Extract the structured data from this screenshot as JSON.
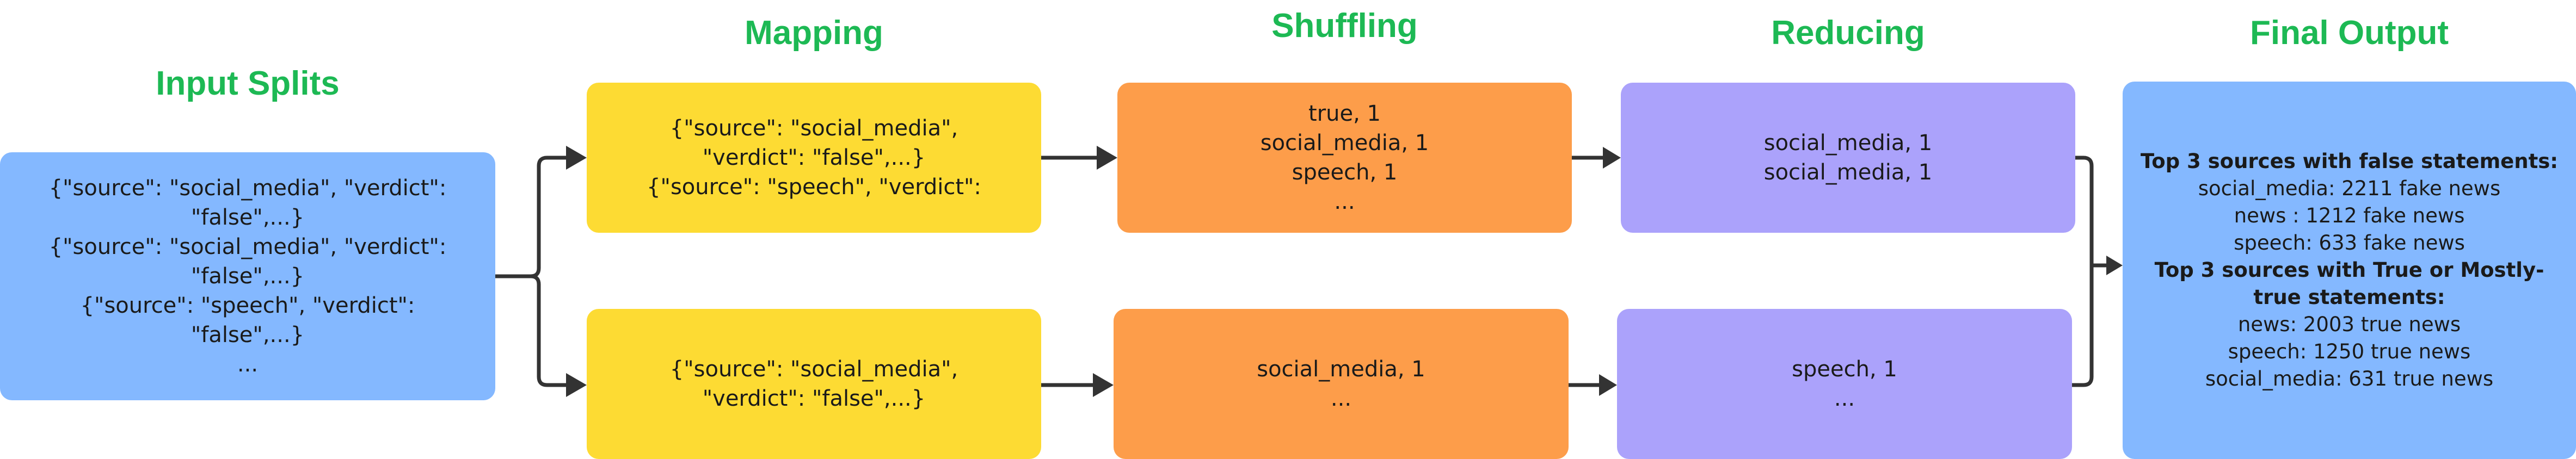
{
  "titles": {
    "input": "Input Splits",
    "mapping": "Mapping",
    "shuffling": "Shuffling",
    "reducing": "Reducing",
    "final": "Final Output"
  },
  "input_box": {
    "lines": [
      "{\"source\": \"social_media\", \"verdict\":",
      "\"false\",...}",
      "{\"source\": \"social_media\", \"verdict\":",
      "\"false\",...}",
      "{\"source\": \"speech\", \"verdict\":",
      "\"false\",...}",
      "..."
    ]
  },
  "mapping": {
    "top": [
      "{\"source\": \"social_media\",",
      "\"verdict\": \"false\",...}",
      "{\"source\": \"speech\", \"verdict\":"
    ],
    "bottom": [
      "{\"source\": \"social_media\",",
      "\"verdict\": \"false\",...}"
    ]
  },
  "shuffling": {
    "top": [
      "true, 1",
      "social_media, 1",
      "speech, 1",
      "..."
    ],
    "bottom": [
      "social_media, 1",
      "..."
    ]
  },
  "reducing": {
    "top": [
      "social_media, 1",
      "social_media, 1"
    ],
    "bottom": [
      "speech, 1",
      "..."
    ]
  },
  "final_output": {
    "false_heading": "Top 3 sources with false statements:",
    "false_items": [
      "social_media: 2211 fake news",
      "news : 1212 fake news",
      "speech: 633 fake news"
    ],
    "true_heading_1": "Top 3 sources with True or Mostly-",
    "true_heading_2": "true statements:",
    "true_items": [
      "news: 2003 true news",
      "speech: 1250 true news",
      "social_media: 631 true news"
    ]
  },
  "colors": {
    "title": "#1db954",
    "input": "#84b8ff",
    "mapping": "#fddb33",
    "shuffling": "#fd9d4a",
    "reducing": "#aba2fb",
    "final": "#84b8ff",
    "arrow": "#333333"
  }
}
